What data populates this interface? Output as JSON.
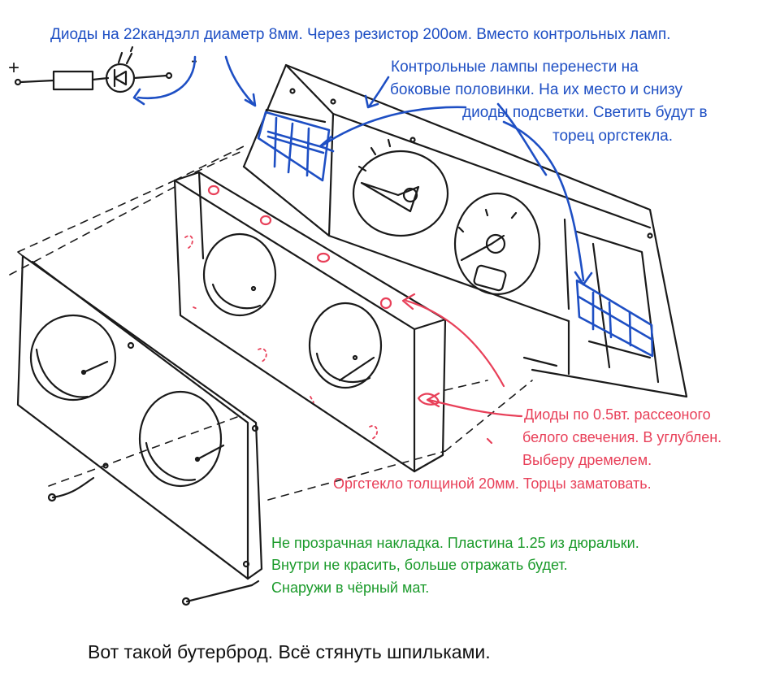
{
  "notes": {
    "diodes_header": "Диоды на 22кандэлл диаметр 8мм. Через резистор 200ом. Вместо контрольных ламп.",
    "lamps_line1": "Контрольные лампы перенести на",
    "lamps_line2": "боковые половинки. На их место и снизу",
    "lamps_line3": "диоды подсветки. Светить будут в",
    "lamps_line4": "торец оргстекла.",
    "red_line1": "Диоды по 0.5вт. рассеоного",
    "red_line2": "белого свечения. В углублен.",
    "red_line3": "Выберу дремелем.",
    "red_line4": "Оргстекло толщиной 20мм. Торцы заматовать.",
    "green_line1": "Не прозрачная накладка. Пластина 1.25 из дюральки.",
    "green_line2": "Внутри не красить, больше отражать будет.",
    "green_line3": "Снаружи в чёрный мат.",
    "footer": "Вот такой бутерброд. Всё стянуть шпильками."
  },
  "circuit": {
    "plus_sign": "+",
    "minus_sign": "-"
  },
  "colors": {
    "blue_ink": "#1e4fc4",
    "red_ink": "#e84059",
    "green_ink": "#1a9a2a",
    "black_ink": "#1a1a1a"
  }
}
